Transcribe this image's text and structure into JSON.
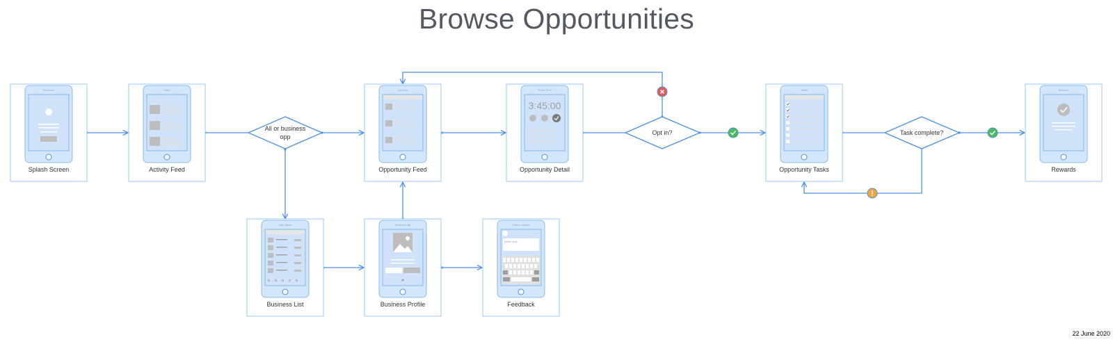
{
  "title": "Browse Opportunities",
  "date": "22 June 2020",
  "screens": {
    "splash": {
      "label": "Splash Screen",
      "header": "Welcome"
    },
    "activity_feed": {
      "label": "Activity Feed",
      "header": "Feed"
    },
    "opportunity_feed": {
      "label": "Opportunity Feed",
      "header": "Content"
    },
    "opportunity_detail": {
      "label": "Opportunity Detail",
      "header": "Timer Time",
      "timer": "3:45:00"
    },
    "opportunity_tasks": {
      "label": "Opportunity Tasks",
      "header": "Tasks"
    },
    "rewards": {
      "label": "Rewards",
      "header": "Success"
    },
    "business_list": {
      "label": "Business List",
      "header": "App Store"
    },
    "business_profile": {
      "label": "Business Profile",
      "header": "Walkthrough"
    },
    "feedback": {
      "label": "Feedback",
      "header": "Status Update",
      "placeholder": "Write here..."
    }
  },
  "decisions": {
    "all_or_business": {
      "line1": "All or business",
      "line2": "opp"
    },
    "opt_in": {
      "label": "Opt in?"
    },
    "task_complete": {
      "label": "Task complete?"
    }
  },
  "badges": {
    "success_color": "#4cba5a",
    "error_color": "#e55a5a",
    "warning_color": "#f2a33a"
  },
  "colors": {
    "line": "#4a90e2",
    "frame": "#a9d0f5",
    "phone_fill": "#d4e6fb"
  }
}
